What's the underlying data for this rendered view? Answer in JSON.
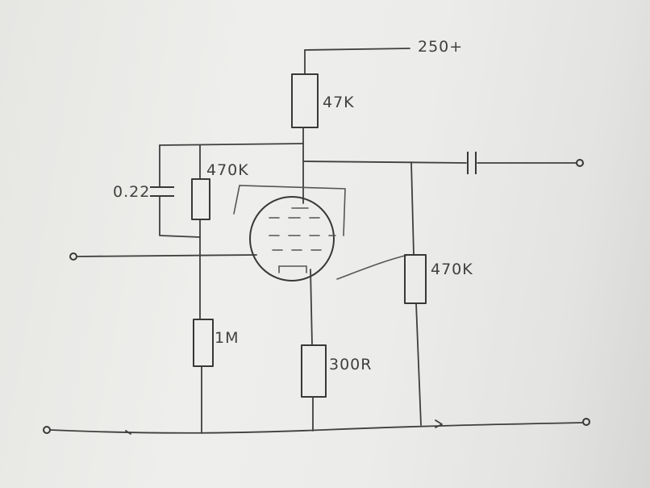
{
  "labels": {
    "supply": "250+",
    "plate_resistor": "47K",
    "feedback_resistor": "470K",
    "feedback_capacitor": "0.22",
    "grid_resistor": "1M",
    "cathode_resistor": "300R",
    "output_resistor": "470K"
  },
  "colors": {
    "ink": "#3f3f3f",
    "paper": "#eeeeec"
  },
  "icons": {
    "tube": "triode-tube-icon",
    "resistor": "resistor-icon",
    "capacitor": "capacitor-icon",
    "terminal": "terminal-circle-icon"
  }
}
